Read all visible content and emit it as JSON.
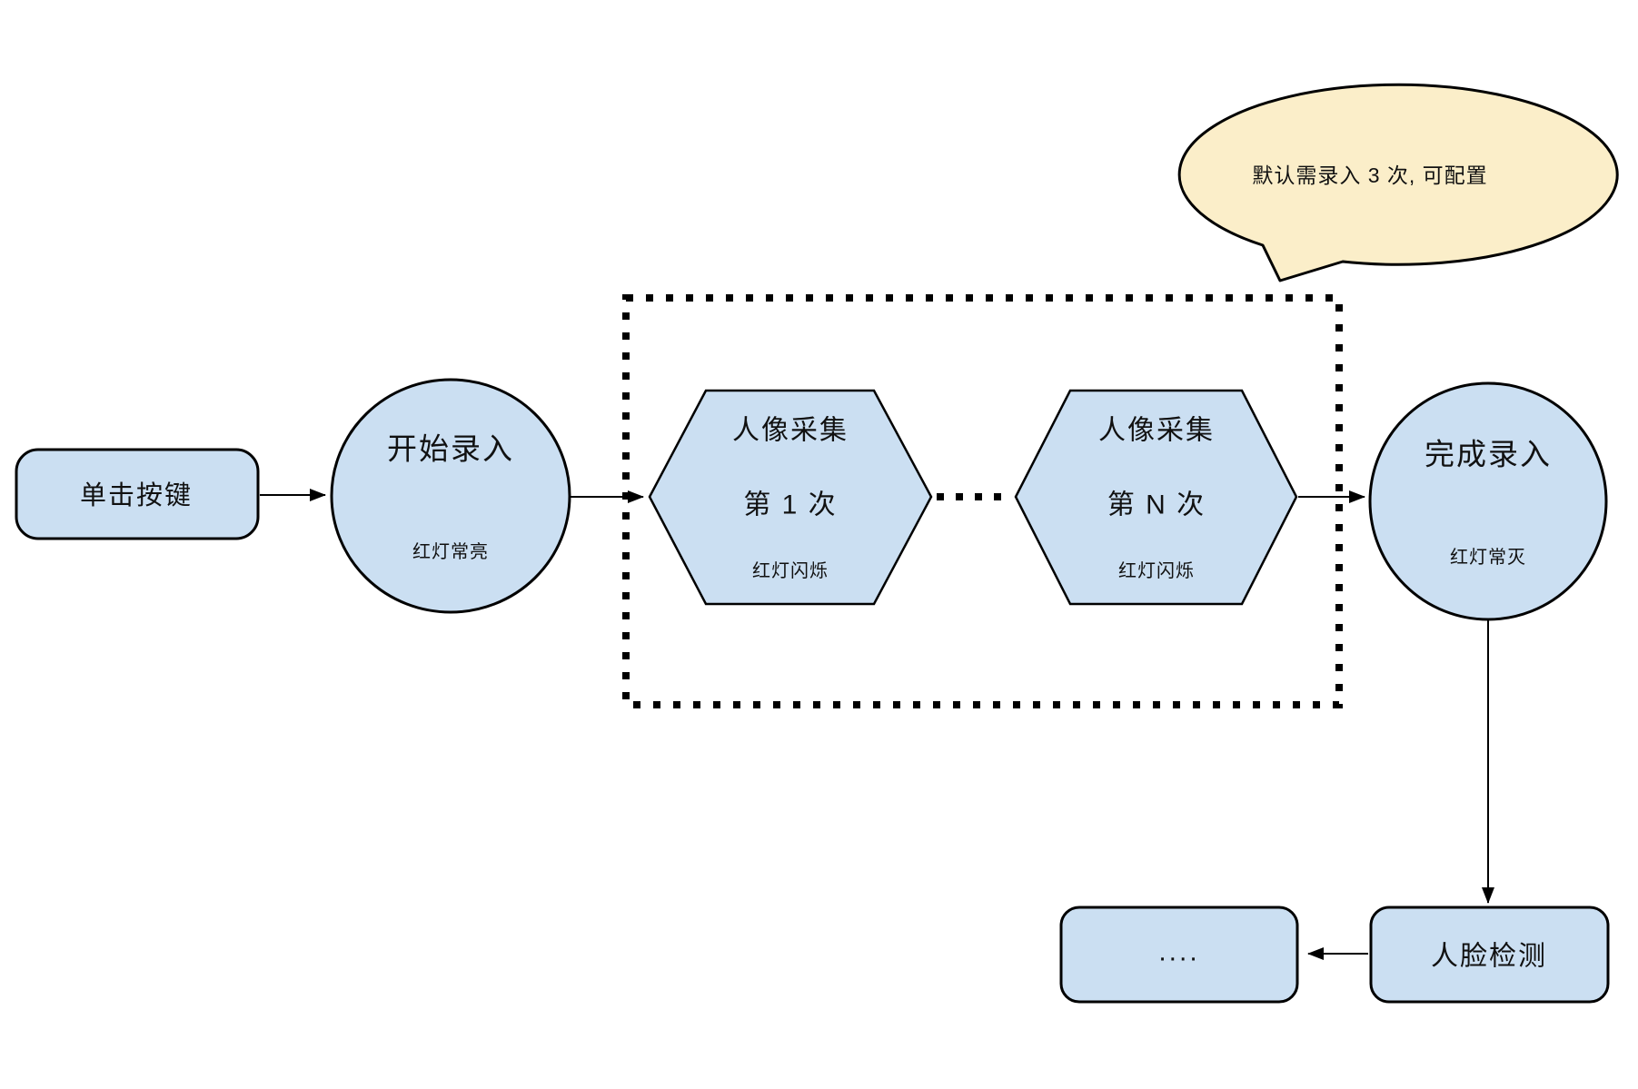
{
  "colors": {
    "node_fill": "#cbdff2",
    "callout_fill": "#fbeec9",
    "outline": "#000000",
    "text": "#111111"
  },
  "nodes": {
    "press_button": {
      "label": "单击按键"
    },
    "start_enroll": {
      "title": "开始录入",
      "status": "红灯常亮"
    },
    "capture_first": {
      "title": "人像采集",
      "subtitle": "第 1 次",
      "status": "红灯闪烁"
    },
    "capture_nth": {
      "title": "人像采集",
      "subtitle": "第 N 次",
      "status": "红灯闪烁"
    },
    "finish_enroll": {
      "title": "完成录入",
      "status": "红灯常灭"
    },
    "face_detect": {
      "label": "人脸检测"
    },
    "more_steps": {
      "label": "...."
    }
  },
  "callout": {
    "text": "默认需录入 3 次, 可配置"
  }
}
